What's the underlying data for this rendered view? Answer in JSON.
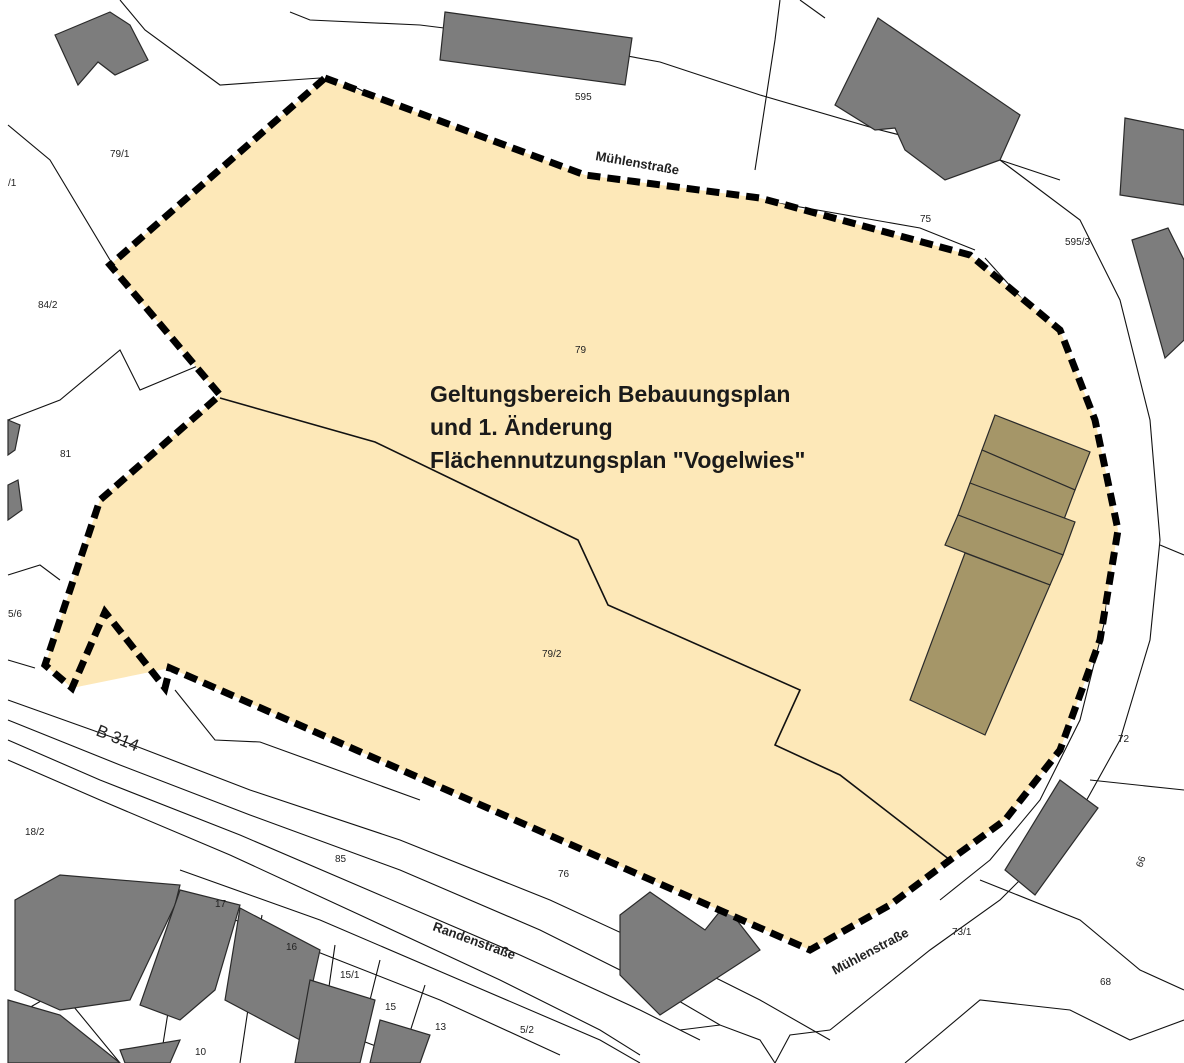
{
  "colors": {
    "area_fill": "#fde8b8",
    "boundary": "#000000",
    "building": "#7d7d7d",
    "pv_modules": "#a59668"
  },
  "title_lines": [
    "Geltungsbereich Bebauungsplan",
    "und 1. Änderung",
    "Flächennutzungsplan \"Vogelwies\""
  ],
  "streets": {
    "muehlenstrasse_north": "Mühlenstraße",
    "muehlenstrasse_south": "Mühlenstraße",
    "randenstrasse": "Randenstraße",
    "b314": "B 314"
  },
  "parcels": {
    "p79_1": "79/1",
    "p595": "595",
    "p75": "75",
    "p595_3": "595/3",
    "p84_2": "84/2",
    "p79": "79",
    "p81": "81",
    "p79_2": "79/2",
    "p72": "72",
    "p76": "76",
    "p85": "85",
    "p73_1": "73/1",
    "p68": "68",
    "p17": "17",
    "p16": "16",
    "p15_1": "15/1",
    "p15": "15",
    "p13": "13",
    "p10": "10",
    "p18_2": "18/2",
    "p5_6": "5/6",
    "p_1": "/1",
    "p5_2": "5/2",
    "p66": "66"
  }
}
